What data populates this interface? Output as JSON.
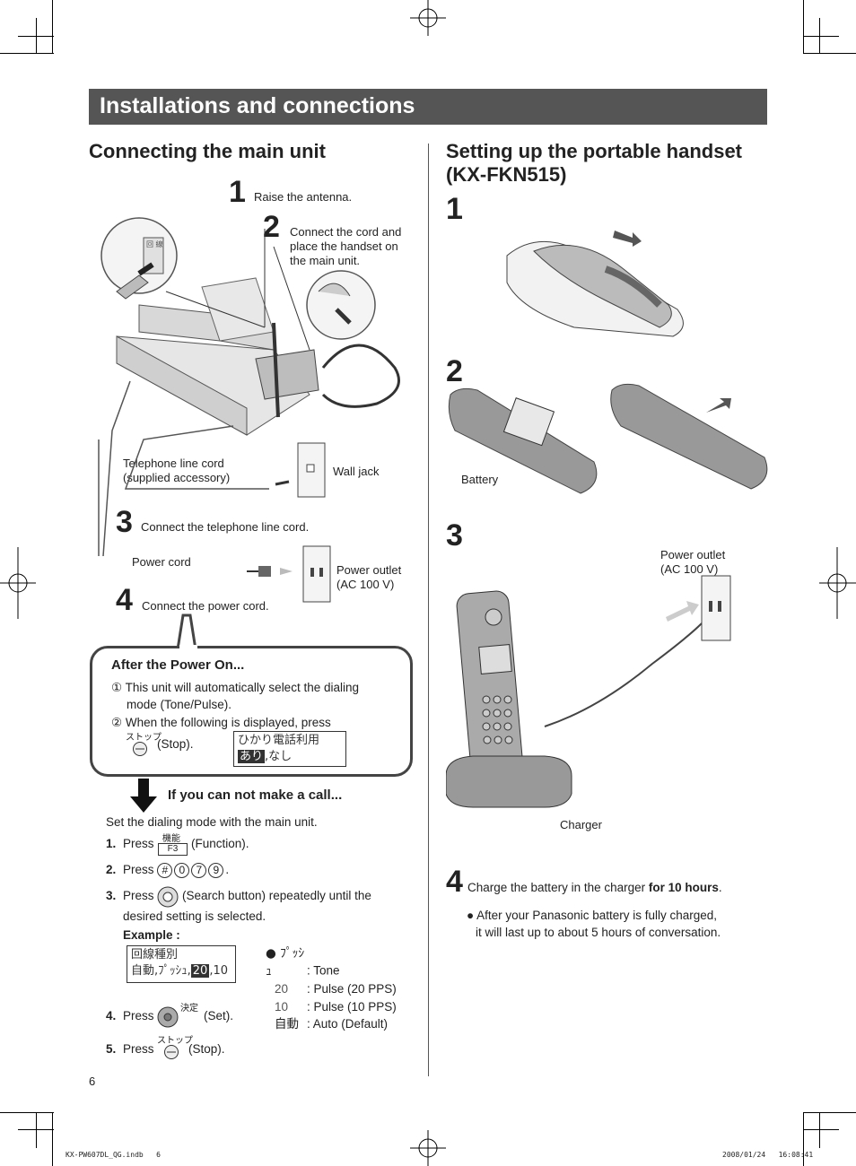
{
  "header": {
    "title": "Installations and connections"
  },
  "left": {
    "heading": "Connecting the main unit",
    "steps": [
      {
        "num": "1",
        "text": "Raise the antenna."
      },
      {
        "num": "2",
        "text_lines": [
          "Connect the cord and",
          "place the handset on",
          "the main unit."
        ]
      },
      {
        "num": "3",
        "text": "Connect the telephone line cord."
      },
      {
        "num": "4",
        "text": "Connect the power cord."
      }
    ],
    "labels": {
      "telephone_cord_l1": "Telephone line cord",
      "telephone_cord_l2": "(supplied accessory)",
      "wall_jack": "Wall jack",
      "power_cord": "Power cord",
      "power_outlet_l1": "Power outlet",
      "power_outlet_l2": "(AC 100 V)"
    },
    "after_power": {
      "title": "After the Power On...",
      "item1_mark": "①",
      "item1_l1": "This unit will automatically select the dialing",
      "item1_l2": "mode (Tone/Pulse).",
      "item2_mark": "②",
      "item2_l1": "When the following is displayed, press",
      "stop_key_label": "ストップ",
      "stop_text": "(Stop).",
      "lcd_l1": "ひかり電話利用",
      "lcd_l2_sel": "あり",
      "lcd_l2_rest": ",なし"
    },
    "cannot_call": {
      "title": "If you can not make a call...",
      "intro": "Set the dialing mode with the main unit.",
      "s1_num": "1.",
      "s1_press": "Press",
      "s1_key_top": "機能",
      "s1_key": "F3",
      "s1_after": "(Function).",
      "s2_num": "2.",
      "s2_press": "Press",
      "s2_keys": [
        "#",
        "0",
        "7",
        "9"
      ],
      "s2_end": ".",
      "s3_num": "3.",
      "s3_press": "Press",
      "s3_after": "(Search button) repeatedly until the",
      "s3_l2": "desired setting is selected.",
      "example_label": "Example :",
      "ex_lcd_l1": "回線種別",
      "ex_lcd_l2_a": "自動,ﾌﾟｯｼｭ,",
      "ex_lcd_l2_sel": "20",
      "ex_lcd_l2_b": ",10",
      "options": [
        {
          "key": "● ﾌﾟｯｼｭ",
          "val": ": Tone"
        },
        {
          "key": "20",
          "val": ": Pulse (20 PPS)"
        },
        {
          "key": "10",
          "val": ": Pulse (10 PPS)"
        },
        {
          "key": "自動",
          "val": ": Auto (Default)"
        }
      ],
      "s4_num": "4.",
      "s4_press": "Press",
      "s4_key_label": "決定",
      "s4_after": "(Set).",
      "s5_num": "5.",
      "s5_press": "Press",
      "s5_key_label": "ストップ",
      "s5_after": "(Stop)."
    }
  },
  "right": {
    "heading_l1": "Setting up the portable handset",
    "heading_l2": "(KX-FKN515)",
    "step_nums": [
      "1",
      "2",
      "3",
      "4"
    ],
    "battery_label": "Battery",
    "outlet_l1": "Power outlet",
    "outlet_l2": "(AC 100 V)",
    "charger_label": "Charger",
    "step4_text": "Charge the battery in the charger ",
    "step4_bold": "for 10 hours",
    "step4_end": ".",
    "bullet_l1": "● After your Panasonic battery is fully charged,",
    "bullet_l2": "it will last up to about 5 hours of conversation."
  },
  "footer": {
    "page_number": "6",
    "file": "KX-PW607DL_QG.indb   6",
    "date": "2008/01/24   16:08:41"
  }
}
